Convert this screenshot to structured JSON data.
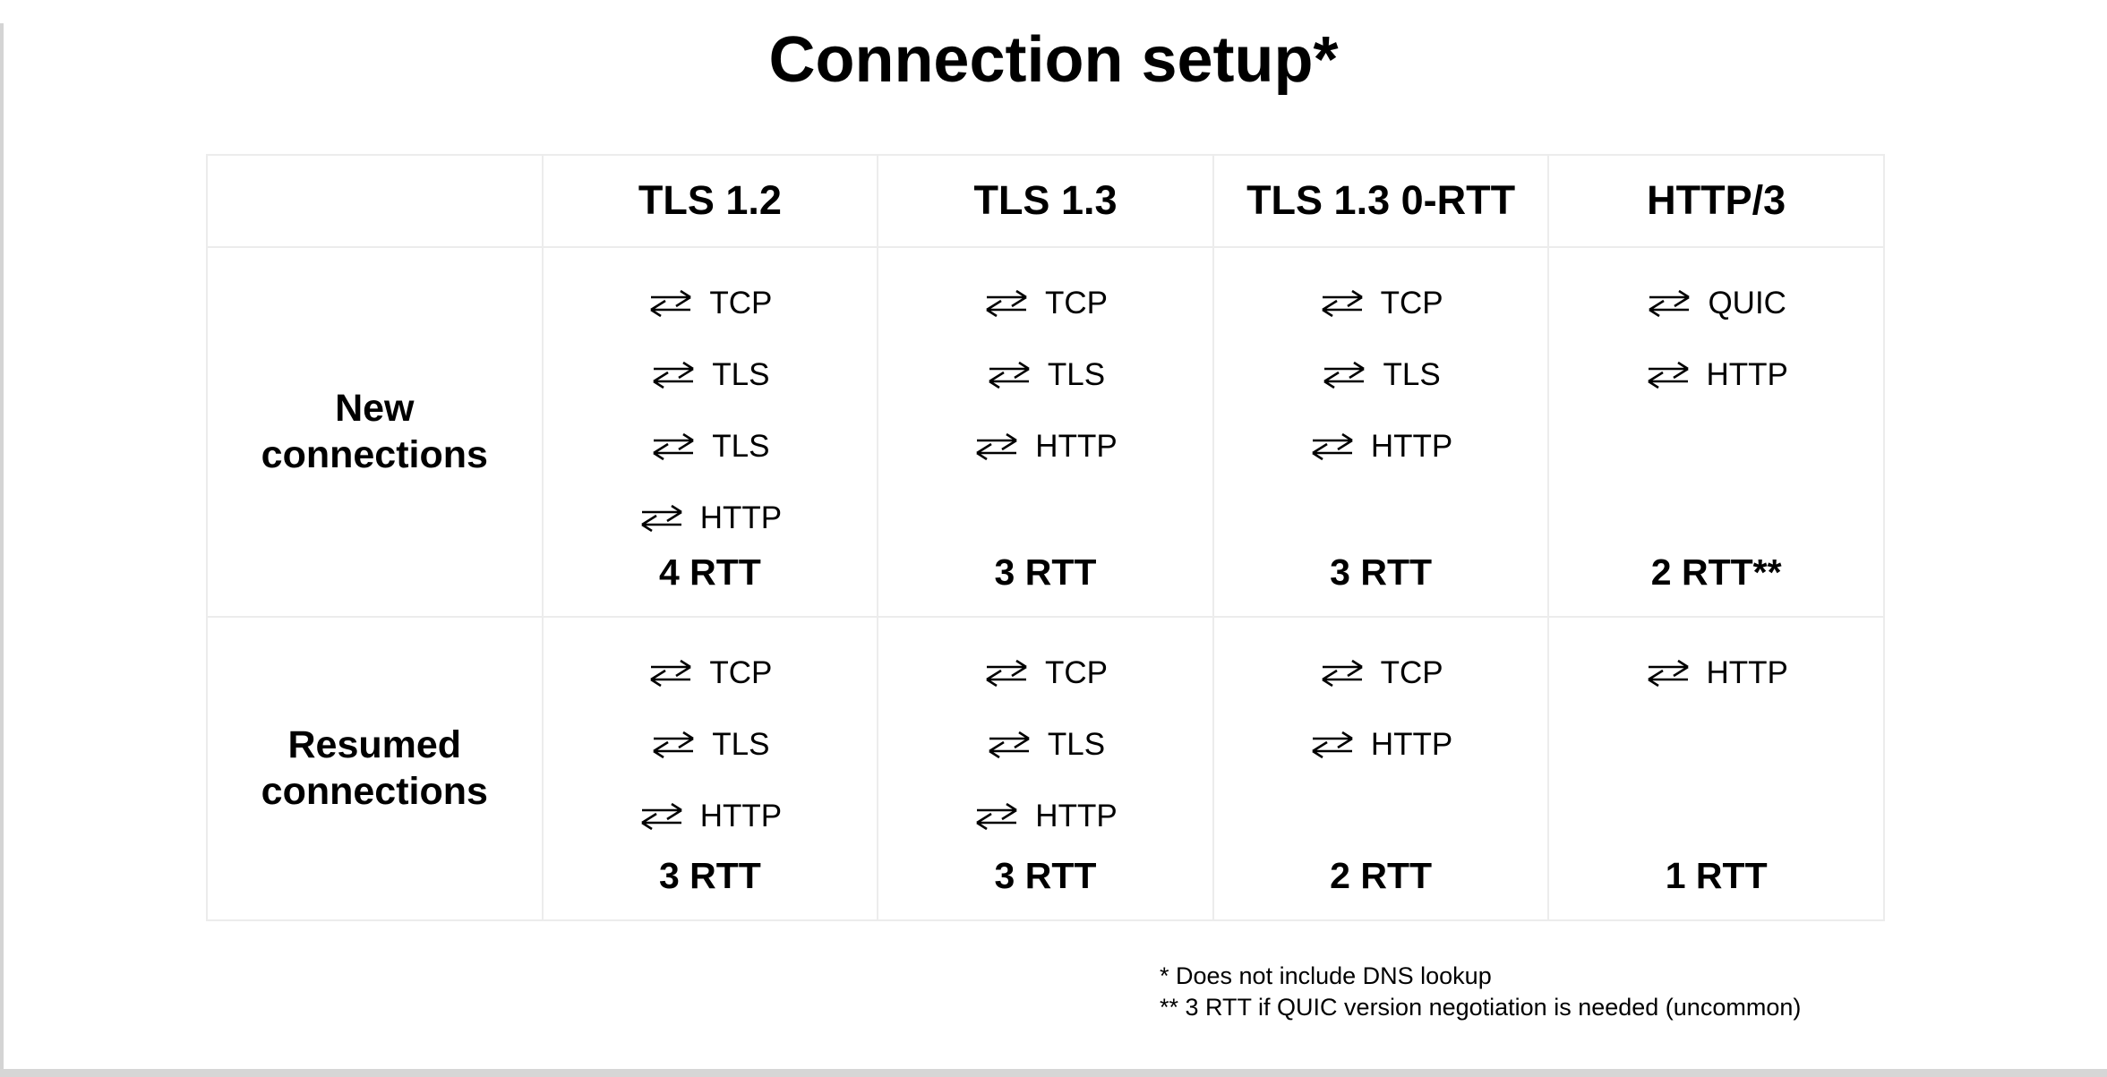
{
  "title": "Connection setup*",
  "table": {
    "columns": [
      "TLS 1.2",
      "TLS 1.3",
      "TLS 1.3 0-RTT",
      "HTTP/3"
    ],
    "rows": [
      {
        "label": "New connections",
        "cells": [
          {
            "steps": [
              "TCP",
              "TLS",
              "TLS",
              "HTTP"
            ],
            "rtt": "4 RTT"
          },
          {
            "steps": [
              "TCP",
              "TLS",
              "HTTP"
            ],
            "rtt": "3 RTT"
          },
          {
            "steps": [
              "TCP",
              "TLS",
              "HTTP"
            ],
            "rtt": "3 RTT"
          },
          {
            "steps": [
              "QUIC",
              "HTTP"
            ],
            "rtt": "2 RTT**"
          }
        ]
      },
      {
        "label": "Resumed connections",
        "cells": [
          {
            "steps": [
              "TCP",
              "TLS",
              "HTTP"
            ],
            "rtt": "3 RTT"
          },
          {
            "steps": [
              "TCP",
              "TLS",
              "HTTP"
            ],
            "rtt": "3 RTT"
          },
          {
            "steps": [
              "TCP",
              "HTTP"
            ],
            "rtt": "2 RTT"
          },
          {
            "steps": [
              "HTTP"
            ],
            "rtt": "1 RTT"
          }
        ]
      }
    ]
  },
  "footnotes": [
    "* Does not include DNS lookup",
    "** 3 RTT if QUIC version negotiation is needed (uncommon)"
  ],
  "icons": {
    "roundtrip": "roundtrip-arrows-icon"
  },
  "colors": {
    "text": "#000000",
    "background": "#ffffff",
    "table_border": "#ececec",
    "slide_edge": "#d4d4d4"
  }
}
